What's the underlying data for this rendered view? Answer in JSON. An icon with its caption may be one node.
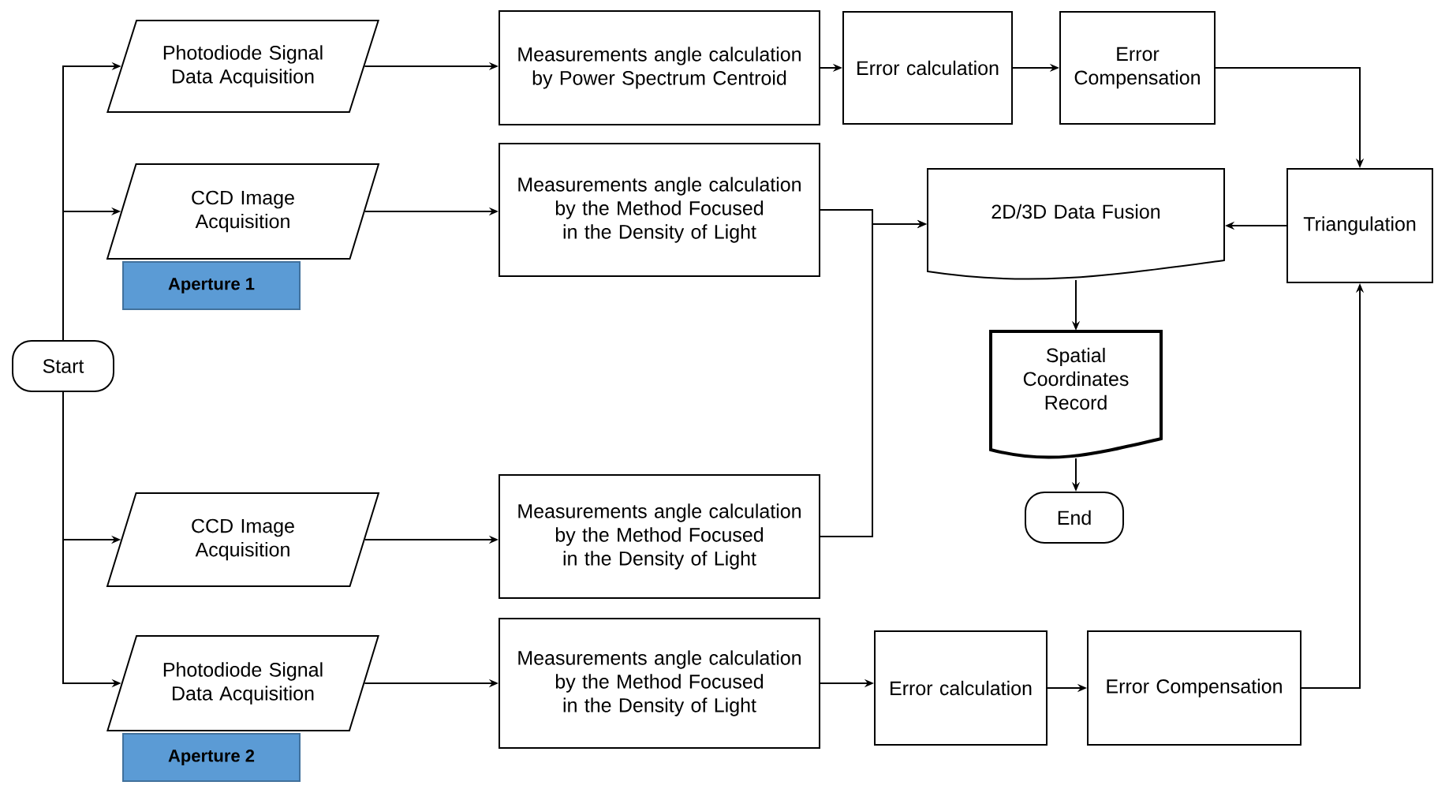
{
  "diagram": {
    "nodes": [
      {
        "text": [
          "Start"
        ]
      },
      {
        "text": [
          "Photodiode Signal Data Acquisition"
        ]
      },
      {
        "text": [
          "CCD Image Acquisition"
        ]
      },
      {
        "text": [
          "Aperture 1"
        ]
      },
      {
        "text": [
          "Measurements angle calculation by Power Spectrum Centroid"
        ]
      },
      {
        "text": [
          "Measurements angle calculation by the Method Focused in the Density of Light"
        ]
      },
      {
        "text": [
          "Error calculation"
        ]
      },
      {
        "text": [
          "Error Compensation"
        ]
      },
      {
        "text": [
          "Triangulation"
        ]
      },
      {
        "text": [
          "2D/3D Data Fusion"
        ]
      },
      {
        "text": [
          "Spatial Coordinates Record"
        ]
      },
      {
        "text": [
          "End"
        ]
      },
      {
        "text": [
          "CCD Image Acquisition"
        ]
      },
      {
        "text": [
          "Measurements angle calculation by the Method Focused in the Density of Light"
        ]
      },
      {
        "text": [
          "Photodiode Signal Data Acquisition"
        ]
      },
      {
        "text": [
          "Aperture 2"
        ]
      },
      {
        "text": [
          "Measurements angle calculation by the Method Focused in the Density of Light"
        ]
      },
      {
        "text": [
          "Error calculation"
        ]
      },
      {
        "text": [
          "Error Compensation"
        ]
      }
    ],
    "edges": [
      {
        "from": 0,
        "to": 1,
        "arrow": "to"
      },
      {
        "from": 0,
        "to": 2,
        "arrow": "to"
      },
      {
        "from": 0,
        "to": 12,
        "arrow": "to"
      },
      {
        "from": 0,
        "to": 14,
        "arrow": "to"
      },
      {
        "from": 1,
        "to": 4,
        "arrow": "to"
      },
      {
        "from": 4,
        "to": 6,
        "arrow": "to"
      },
      {
        "from": 6,
        "to": 7,
        "arrow": "to"
      },
      {
        "from": 7,
        "to": 8,
        "arrow": "to"
      },
      {
        "from": 2,
        "to": 5,
        "arrow": "to"
      },
      {
        "from": 5,
        "to": 9,
        "arrow": "to"
      },
      {
        "from": 12,
        "to": 13,
        "arrow": "to"
      },
      {
        "from": 13,
        "to": 9,
        "arrow": "to"
      },
      {
        "from": 14,
        "to": 16,
        "arrow": "to"
      },
      {
        "from": 16,
        "to": 17,
        "arrow": "to"
      },
      {
        "from": 17,
        "to": 18,
        "arrow": "to"
      },
      {
        "from": 18,
        "to": 8,
        "arrow": "to"
      },
      {
        "from": 8,
        "to": 9,
        "arrow": "to"
      },
      {
        "from": 9,
        "to": 10,
        "arrow": "to"
      },
      {
        "from": 10,
        "to": 11,
        "arrow": "to"
      }
    ]
  }
}
